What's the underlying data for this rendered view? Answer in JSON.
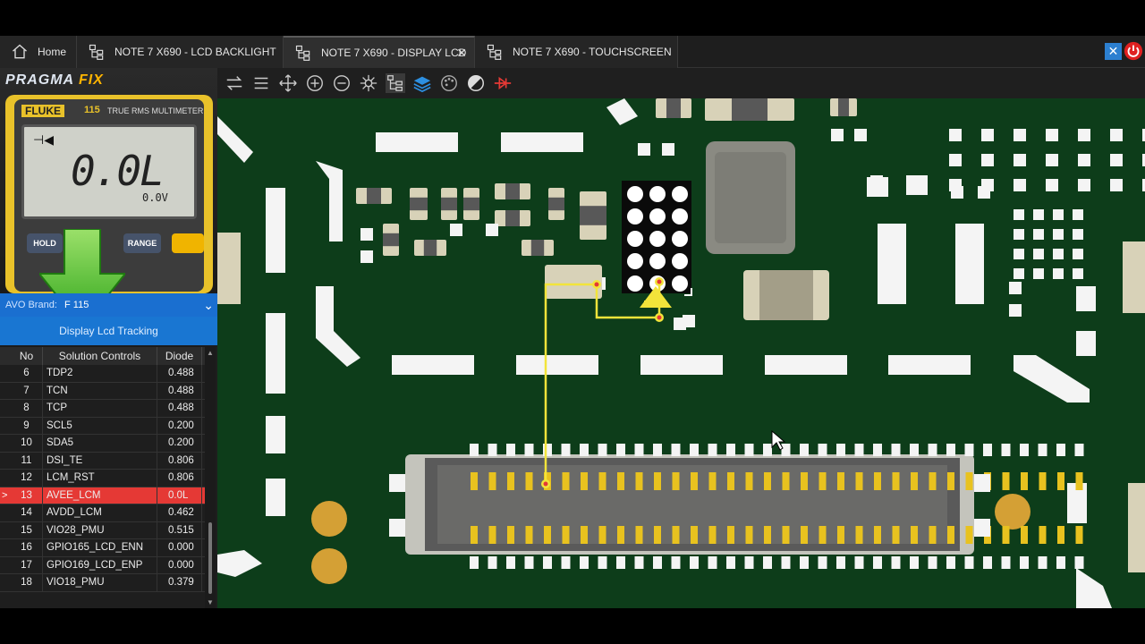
{
  "tabs": [
    {
      "label": "Home",
      "icon": "home-icon"
    },
    {
      "label": "NOTE 7 X690 - LCD BACKLIGHT",
      "icon": "schematic-icon"
    },
    {
      "label": "NOTE 7 X690 - DISPLAY LCD",
      "icon": "schematic-icon",
      "active": true,
      "close": "✕"
    },
    {
      "label": "NOTE 7 X690 - TOUCHSCREEN",
      "icon": "schematic-icon"
    }
  ],
  "window": {
    "close_label": "✕"
  },
  "brand": {
    "part1": "PRAGMA",
    "part2": " FIX"
  },
  "meter": {
    "brand": "FLUKE",
    "model": "115",
    "model_sub": "TRUE RMS MULTIMETER",
    "mode_symbol": "⊣◀",
    "reading": "0.0L",
    "sub_reading": "0.0V",
    "btn_hold": "HOLD",
    "btn_range": "RANGE"
  },
  "avo": {
    "label": "AVO Brand:",
    "value": "F      115"
  },
  "mode": {
    "label": "Display Lcd Tracking"
  },
  "table": {
    "headers": {
      "no": "No",
      "name": "Solution Controls",
      "value": "Diode"
    },
    "rows": [
      {
        "no": "6",
        "name": "TDP2",
        "value": "0.488"
      },
      {
        "no": "7",
        "name": "TCN",
        "value": "0.488"
      },
      {
        "no": "8",
        "name": "TCP",
        "value": "0.488"
      },
      {
        "no": "9",
        "name": "SCL5",
        "value": "0.200"
      },
      {
        "no": "10",
        "name": "SDA5",
        "value": "0.200"
      },
      {
        "no": "11",
        "name": "DSI_TE",
        "value": "0.806"
      },
      {
        "no": "12",
        "name": "LCM_RST",
        "value": "0.806"
      },
      {
        "no": "13",
        "name": "AVEE_LCM",
        "value": "0.0L",
        "selected": true
      },
      {
        "no": "14",
        "name": "AVDD_LCM",
        "value": "0.462"
      },
      {
        "no": "15",
        "name": "VIO28_PMU",
        "value": "0.515"
      },
      {
        "no": "16",
        "name": "GPIO165_LCD_ENN",
        "value": "0.000"
      },
      {
        "no": "17",
        "name": "GPIO169_LCD_ENP",
        "value": "0.000"
      },
      {
        "no": "18",
        "name": "VIO18_PMU",
        "value": "0.379"
      }
    ]
  },
  "toolbar": [
    "swap-icon",
    "menu-icon",
    "move-icon",
    "zoom-in-icon",
    "zoom-out-icon",
    "component-icon",
    "tree-icon",
    "layers-icon",
    "palette-icon",
    "contrast-icon",
    "diode-icon"
  ],
  "colors": {
    "board": "#0d3d1a",
    "trace": "#f2e43a",
    "selected_row": "#e53935",
    "accent": "#1976d2"
  }
}
